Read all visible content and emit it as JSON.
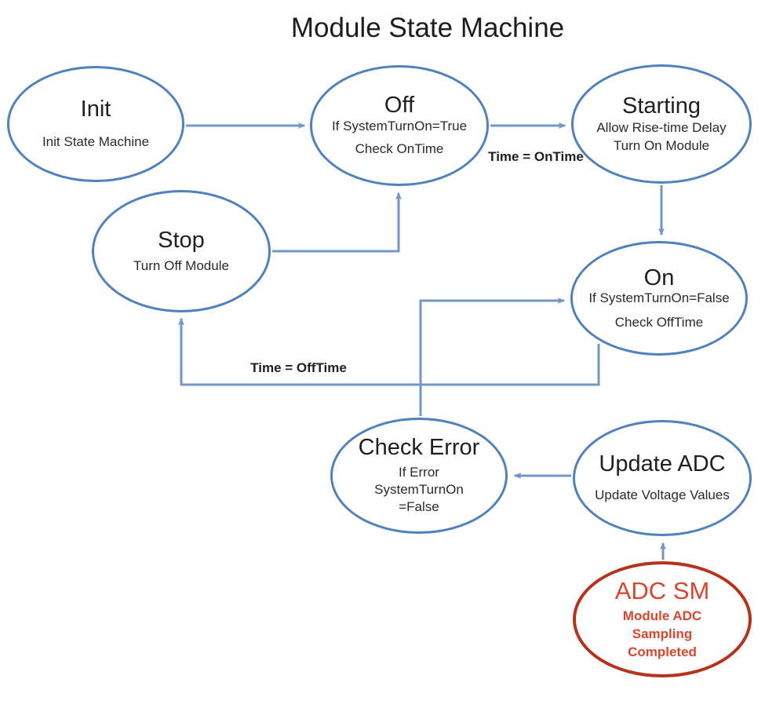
{
  "title": "Module State Machine",
  "colors": {
    "node_stroke": "#4f81bd",
    "connector": "#7396c8",
    "error_stroke": "#b5321b",
    "error_text": "#d9452e",
    "text": "#262626"
  },
  "states": {
    "init": {
      "title": "Init",
      "lines": [
        "Init State Machine"
      ]
    },
    "off": {
      "title": "Off",
      "lines": [
        "If SystemTurnOn=True",
        "Check OnTime"
      ]
    },
    "starting": {
      "title": "Starting",
      "lines": [
        "Allow Rise-time Delay",
        "Turn On Module"
      ]
    },
    "stop": {
      "title": "Stop",
      "lines": [
        "Turn Off Module"
      ]
    },
    "on": {
      "title": "On",
      "lines": [
        "If SystemTurnOn=False",
        "Check OffTime"
      ]
    },
    "check_error": {
      "title": "Check Error",
      "lines": [
        "If Error",
        "SystemTurnOn",
        "=False"
      ]
    },
    "update_adc": {
      "title": "Update ADC",
      "lines": [
        "Update Voltage Values"
      ]
    },
    "adc_sm": {
      "title": "ADC SM",
      "lines": [
        "Module ADC",
        "Sampling",
        "Completed"
      ]
    }
  },
  "edges": [
    {
      "from": "init",
      "to": "off",
      "label": ""
    },
    {
      "from": "off",
      "to": "starting",
      "label": "Time = OnTime"
    },
    {
      "from": "starting",
      "to": "on",
      "label": ""
    },
    {
      "from": "stop",
      "to": "off",
      "label": ""
    },
    {
      "from": "on",
      "to": "stop",
      "label": "Time = OffTime"
    },
    {
      "from": "check_error",
      "to": "on",
      "label": ""
    },
    {
      "from": "update_adc",
      "to": "check_error",
      "label": ""
    },
    {
      "from": "adc_sm",
      "to": "update_adc",
      "label": ""
    }
  ],
  "edge_labels": {
    "on_time": "Time = OnTime",
    "off_time": "Time = OffTime"
  }
}
